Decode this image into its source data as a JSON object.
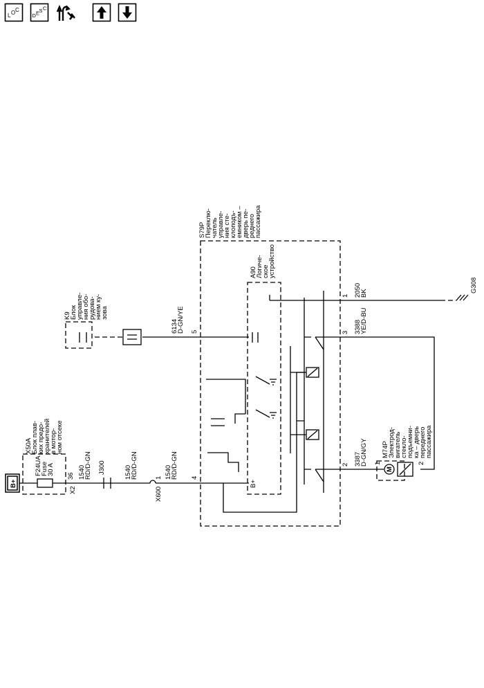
{
  "toolbar": {
    "buttons": [
      {
        "name": "location-view-button",
        "icon": "loc-icon",
        "text": [
          "L",
          "O",
          "C"
        ]
      },
      {
        "name": "description-view-button",
        "icon": "desc-icon",
        "text": [
          "D",
          "E",
          "S",
          "C"
        ]
      },
      {
        "name": "data-flow-button",
        "icon": "data-flow-arrows-icon"
      },
      {
        "name": "previous-page-button",
        "icon": "arrow-up-icon"
      },
      {
        "name": "next-page-button",
        "icon": "arrow-down-icon"
      }
    ]
  },
  "diagram": {
    "battery": "B+",
    "fuse_block": {
      "id": "X50A",
      "l1": "Блок плав-",
      "l2": "ких предо-",
      "l3": "хранителей",
      "l4": "в мотор-",
      "l5": "ном отсеке"
    },
    "fuse": {
      "id": "F24UA",
      "l2": "Fuse",
      "l3": "30 A"
    },
    "x2": "X2",
    "pin36": "36",
    "w1540": "1540",
    "rdgn": "RD/D-GN",
    "j300": "J300",
    "x600": "X600",
    "pin1": "1",
    "pin4": "4",
    "bplus": "B+",
    "k9": {
      "id": "K9",
      "l1": "Блок",
      "l2": "управле-",
      "l3": "ния обо-",
      "l4": "рудова-",
      "l5": "нием ку-",
      "l6": "зова"
    },
    "w6134": "6134",
    "dgnye": "D-GN/YE",
    "pin5": "5",
    "s79p": {
      "id": "S79P",
      "l1": "Переклю-",
      "l2": "чатель",
      "l3": "управле-",
      "l4": "ния сте-",
      "l5": "клоподъ-",
      "l6": "емником –",
      "l7": "дверь пе-",
      "l8": "реднего",
      "l9": "пассажира"
    },
    "a90": {
      "id": "A90",
      "l1": "Логиче-",
      "l2": "ское",
      "l3": "устройство"
    },
    "w2050": "2050",
    "bk": "BK",
    "g308": "G308",
    "w3388": "3388",
    "yedbu": "YE/D-BU",
    "pin3": "3",
    "w3387": "3387",
    "dgngy": "D-GN/GY",
    "pin2": "2",
    "m74p": {
      "id": "M74P",
      "l1": "Электрод-",
      "l2": "вигатель",
      "l3": "стекло-",
      "l4": "подъемни-",
      "l5": "ка – дверь",
      "l6": "переднего",
      "l7": "пассажира"
    },
    "motor": "M"
  }
}
